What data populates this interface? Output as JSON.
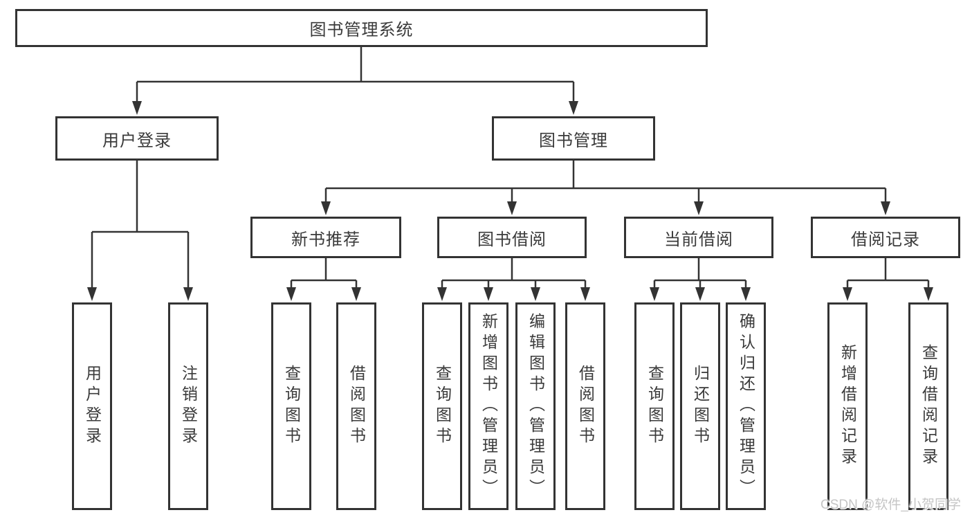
{
  "diagram": {
    "root": {
      "label": "图书管理系统"
    },
    "level2": [
      {
        "label": "用户登录"
      },
      {
        "label": "图书管理"
      }
    ],
    "level3": [
      {
        "label": "新书推荐",
        "parent": "图书管理"
      },
      {
        "label": "图书借阅",
        "parent": "图书管理"
      },
      {
        "label": "当前借阅",
        "parent": "图书管理"
      },
      {
        "label": "借阅记录",
        "parent": "图书管理"
      }
    ],
    "leaves": [
      {
        "label": "用户登录",
        "parent": "用户登录"
      },
      {
        "label": "注销登录",
        "parent": "用户登录"
      },
      {
        "label": "查询图书",
        "parent": "新书推荐"
      },
      {
        "label": "借阅图书",
        "parent": "新书推荐"
      },
      {
        "label": "查询图书",
        "parent": "图书借阅"
      },
      {
        "label": "新增图书（管理员）",
        "parent": "图书借阅"
      },
      {
        "label": "编辑图书（管理员）",
        "parent": "图书借阅"
      },
      {
        "label": "借阅图书",
        "parent": "图书借阅"
      },
      {
        "label": "查询图书",
        "parent": "当前借阅"
      },
      {
        "label": "归还图书",
        "parent": "当前借阅"
      },
      {
        "label": "确认归还（管理员）",
        "parent": "当前借阅"
      },
      {
        "label": "新增借阅记录",
        "parent": "借阅记录"
      },
      {
        "label": "查询借阅记录",
        "parent": "借阅记录"
      }
    ],
    "watermark": "CSDN @软件_小贺同学",
    "colors": {
      "line": "#333333",
      "box_border": "#333333",
      "box_fill": "#ffffff",
      "text": "#3a3a3a",
      "watermark": "#c5c5c5",
      "background": "#ffffff"
    }
  }
}
